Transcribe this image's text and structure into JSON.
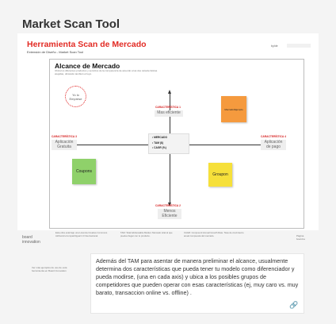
{
  "page": {
    "tool_title": "Market Scan Tool"
  },
  "header": {
    "title": "Herramienta Scan de Mercado",
    "subtitle": "Extensión de Diseño - Market Scan Tool",
    "by_label": "by/de"
  },
  "panel": {
    "title": "Alcance de Mercado",
    "description": "Ubica los diferentes productos y servicios de la competencia de acuerdo a las dos características elegidas, ubicando también el tuyo."
  },
  "axis": {
    "top_char": "CARACTERÍSTICA 1",
    "top_value": "Mas eficiente",
    "bottom_char": "CARACTERÍSTICA 2",
    "bottom_value": "Menos Eficiente",
    "left_char": "CARACTERÍSTICA 3",
    "left_value": "Aplicación Gratuita",
    "right_char": "CARACTERÍSTICA 4",
    "right_value": "Aplicación de pago"
  },
  "center": {
    "line1": "• MERCADO",
    "line2": "• TAM ($)",
    "line3": "• CAGR (%)"
  },
  "marker": {
    "label": "Yo lo Emprese"
  },
  "notes": {
    "orange": "Mercado/Ejemplo",
    "green": "Coupons",
    "yellow": "Groupon"
  },
  "footer": {
    "logo_line1": "board",
    "logo_line2": "innovation",
    "col1": "Esta obra está bajo una Licencia Creative Commons Atribución-CompartirIgual 4.0 Internacional.",
    "col2": "TAM: Total Addressable Market. Mercado total al que puedes llegar con tu producto.",
    "col3": "CAGR: Compound Annual Growth Rate. Tasa de crecimiento anual compuesta del mercado.",
    "page_label": "Página",
    "page_number": "board.ia"
  },
  "small_notes": {
    "line1": "Ver más ejemplos de uso de esta",
    "line2": "herramienta en Board Innovation"
  },
  "description": "Además del TAM para asentar de manera preliminar el alcance, usualmente determina dos características que pueda tener tu modelo como diferenciador y pueda modirse, (una en cada axis) y ubica a los posibles grupos de competidores que pueden operar con esas características (ej, muy caro  vs. muy barato, transaccion online vs. offline) .",
  "icons": {
    "link": "link-icon"
  }
}
